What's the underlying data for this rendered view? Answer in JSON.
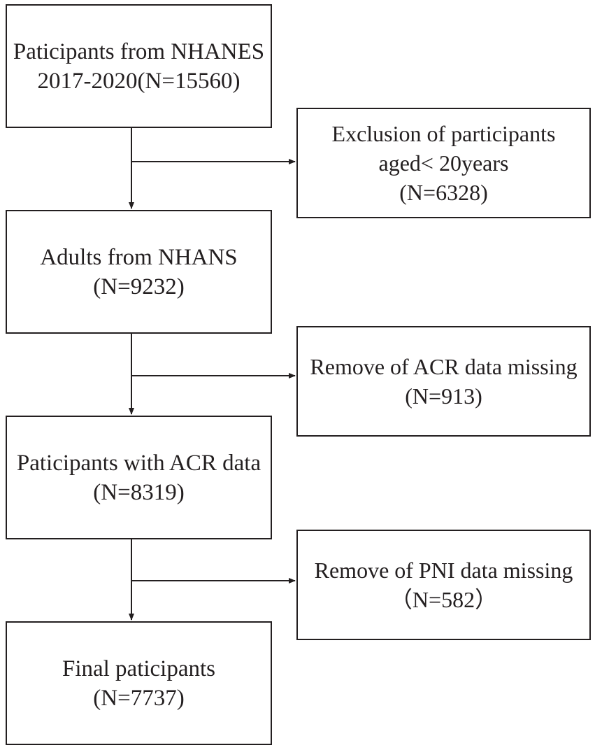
{
  "flowchart": {
    "steps": [
      {
        "lines": [
          "Paticipants from NHANES",
          "2017-2020(N=15560)"
        ]
      },
      {
        "lines": [
          "Adults from NHANS",
          "(N=9232)"
        ]
      },
      {
        "lines": [
          "Paticipants with ACR data",
          "(N=8319)"
        ]
      },
      {
        "lines": [
          "Final paticipants",
          "(N=7737)"
        ]
      }
    ],
    "exclusions": [
      {
        "lines": [
          "Exclusion of participants",
          "aged< 20years",
          "(N=6328)"
        ]
      },
      {
        "lines": [
          "Remove of ACR data missing",
          "(N=913)"
        ]
      },
      {
        "lines": [
          "Remove of PNI data missing",
          "（N=582）"
        ]
      }
    ],
    "line_color": "#231f20"
  }
}
